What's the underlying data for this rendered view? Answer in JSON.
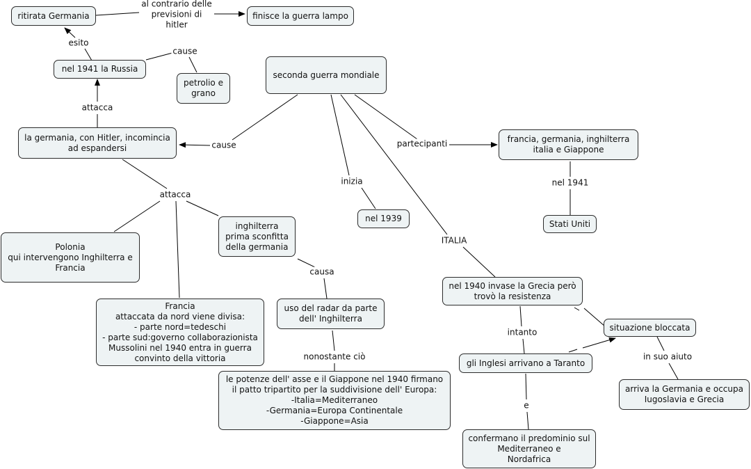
{
  "nodes": {
    "seconda": "seconda guerra mondiale",
    "ritirata": "ritirata Germania",
    "finisce": "finisce la guerra lampo",
    "russia": "nel 1941 la Russia",
    "petrolio": "petrolio e\ngrano",
    "germania": "la germania, con Hitler, incomincia\nad espandersi",
    "francia_gruppo": "francia, germania, inghilterra\nitalia e Giappone",
    "stati_uniti": "Stati Uniti",
    "nel1939": "nel 1939",
    "polonia": "Polonia\nqui intervengono Inghilterra e\nFrancia",
    "inghilterra": "inghilterra\nprima sconfitta\ndella germania",
    "francia": "Francia\nattaccata da nord viene divisa:\n- parte nord=tedeschi\n- parte sud:governo collaborazionista\nMussolini nel 1940 entra in guerra\nconvinto della vittoria",
    "radar": "uso del radar da parte\ndell' Inghilterra",
    "potenze": "le potenze dell' asse e il Giappone nel 1940 firmano\nil patto tripartito per la suddivisione dell' Europa:\n-Italia=Mediterraneo\n-Germania=Europa Continentale\n-Giappone=Asia",
    "grecia": "nel 1940 invase la Grecia però\ntrovò la resistenza",
    "bloccata": "situazione bloccata",
    "taranto": "gli Inglesi arrivano a Taranto",
    "arriva": "arriva la Germania e occupa\nIugoslavia e Grecia",
    "confermano": "confermano il predominio sul\nMediterraneo e\nNordafrica"
  },
  "links": {
    "al_contrario": "al contrario delle\nprevisioni di\nhitler",
    "esito": "esito",
    "cause_russia": "cause",
    "attacca_russia": "attacca",
    "cause_main": "cause",
    "partecipanti": "partecipanti",
    "nel1941": "nel 1941",
    "inizia": "inizia",
    "attacca_main": "attacca",
    "causa": "causa",
    "nonostante": "nonostante ciò",
    "italia": "ITALIA",
    "intanto": "intanto",
    "in_suo_aiuto": "in suo aiuto",
    "e": "e"
  },
  "colors": {
    "node_fill": "#eef3f4",
    "line": "#000000"
  }
}
